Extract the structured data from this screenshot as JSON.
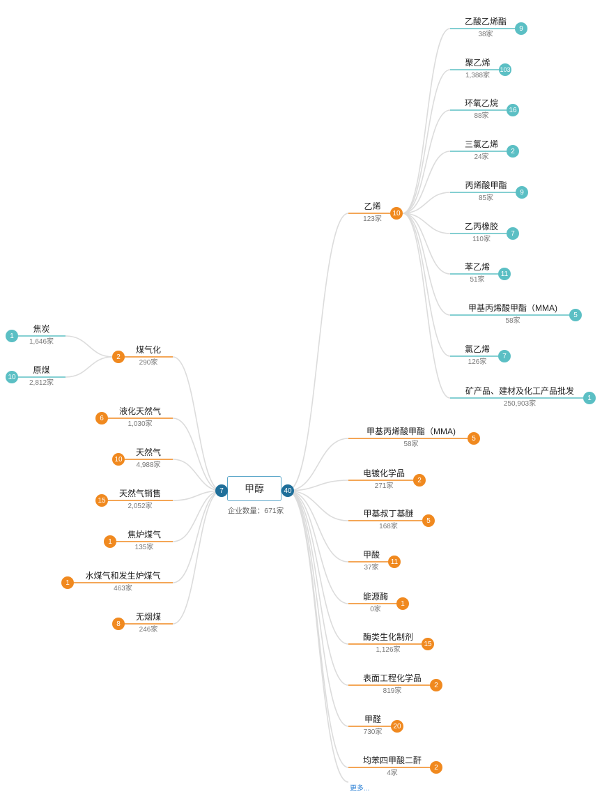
{
  "center": {
    "label": "甲醇",
    "left_count": "7",
    "right_count": "40",
    "company_label": "企业数量：",
    "company_count": "671家"
  },
  "ethylene": {
    "label": "乙烯",
    "sub": "123家",
    "badge": "10"
  },
  "ethylene_children": [
    {
      "label": "乙酸乙烯酯",
      "sub": "38家",
      "badge": "9"
    },
    {
      "label": "聚乙烯",
      "sub": "1,388家",
      "badge": "103"
    },
    {
      "label": "环氧乙烷",
      "sub": "88家",
      "badge": "16"
    },
    {
      "label": "三氯乙烯",
      "sub": "24家",
      "badge": "2"
    },
    {
      "label": "丙烯酸甲酯",
      "sub": "85家",
      "badge": "9"
    },
    {
      "label": "乙丙橡胶",
      "sub": "110家",
      "badge": "7"
    },
    {
      "label": "苯乙烯",
      "sub": "51家",
      "badge": "11"
    },
    {
      "label": "甲基丙烯酸甲酯（MMA)",
      "sub": "58家",
      "badge": "5"
    },
    {
      "label": "氯乙烯",
      "sub": "126家",
      "badge": "7"
    },
    {
      "label": "矿产品、建材及化工产品批发",
      "sub": "250,903家",
      "badge": "1"
    }
  ],
  "right_nodes": [
    {
      "label": "甲基丙烯酸甲酯（MMA)",
      "sub": "58家",
      "badge": "5"
    },
    {
      "label": "电镀化学品",
      "sub": "271家",
      "badge": "2"
    },
    {
      "label": "甲基叔丁基醚",
      "sub": "168家",
      "badge": "5"
    },
    {
      "label": "甲酸",
      "sub": "37家",
      "badge": "11"
    },
    {
      "label": "能源酶",
      "sub": "0家",
      "badge": "1"
    },
    {
      "label": "酶类生化制剂",
      "sub": "1,126家",
      "badge": "15"
    },
    {
      "label": "表面工程化学品",
      "sub": "819家",
      "badge": "2"
    },
    {
      "label": "甲醛",
      "sub": "730家",
      "badge": "20"
    },
    {
      "label": "均苯四甲酸二酐",
      "sub": "4家",
      "badge": "2"
    }
  ],
  "more_label": "更多...",
  "coal_gas": {
    "label": "煤气化",
    "sub": "290家",
    "badge": "2"
  },
  "coal_gas_children": [
    {
      "label": "焦炭",
      "sub": "1,646家",
      "badge": "1"
    },
    {
      "label": "原煤",
      "sub": "2,812家",
      "badge": "10"
    }
  ],
  "left_nodes": [
    {
      "label": "液化天然气",
      "sub": "1,030家",
      "badge": "6"
    },
    {
      "label": "天然气",
      "sub": "4,988家",
      "badge": "10"
    },
    {
      "label": "天然气销售",
      "sub": "2,052家",
      "badge": "15"
    },
    {
      "label": "焦炉煤气",
      "sub": "135家",
      "badge": "1"
    },
    {
      "label": "水煤气和发生炉煤气",
      "sub": "463家",
      "badge": "1"
    },
    {
      "label": "无烟煤",
      "sub": "246家",
      "badge": "8"
    }
  ],
  "colors": {
    "orange": "#f0891f",
    "teal": "#5bbfc4",
    "center": "#1f6f9a",
    "link": "#dcdcdc"
  }
}
